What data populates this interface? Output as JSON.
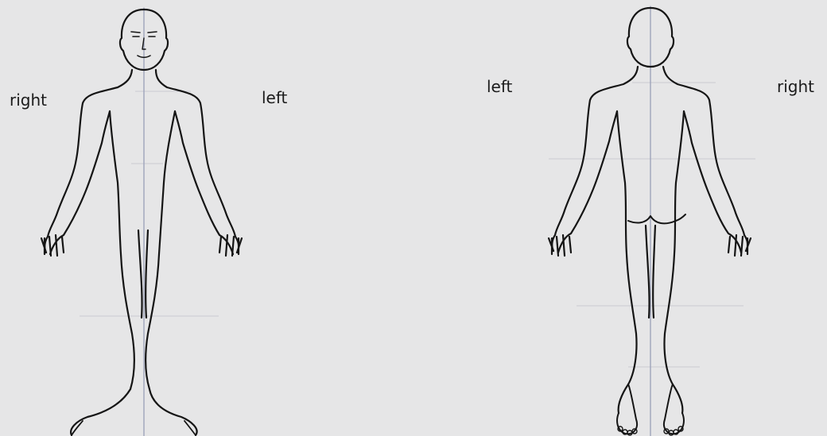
{
  "figure": {
    "front_view": {
      "label_left_side": "right",
      "label_right_side": "left"
    },
    "back_view": {
      "label_left_side": "left",
      "label_right_side": "right"
    }
  },
  "colors": {
    "background": "#e6e6e7",
    "outline": "#151515",
    "midline": "#9aa0b8",
    "ghost_text": "#dcdcde"
  }
}
